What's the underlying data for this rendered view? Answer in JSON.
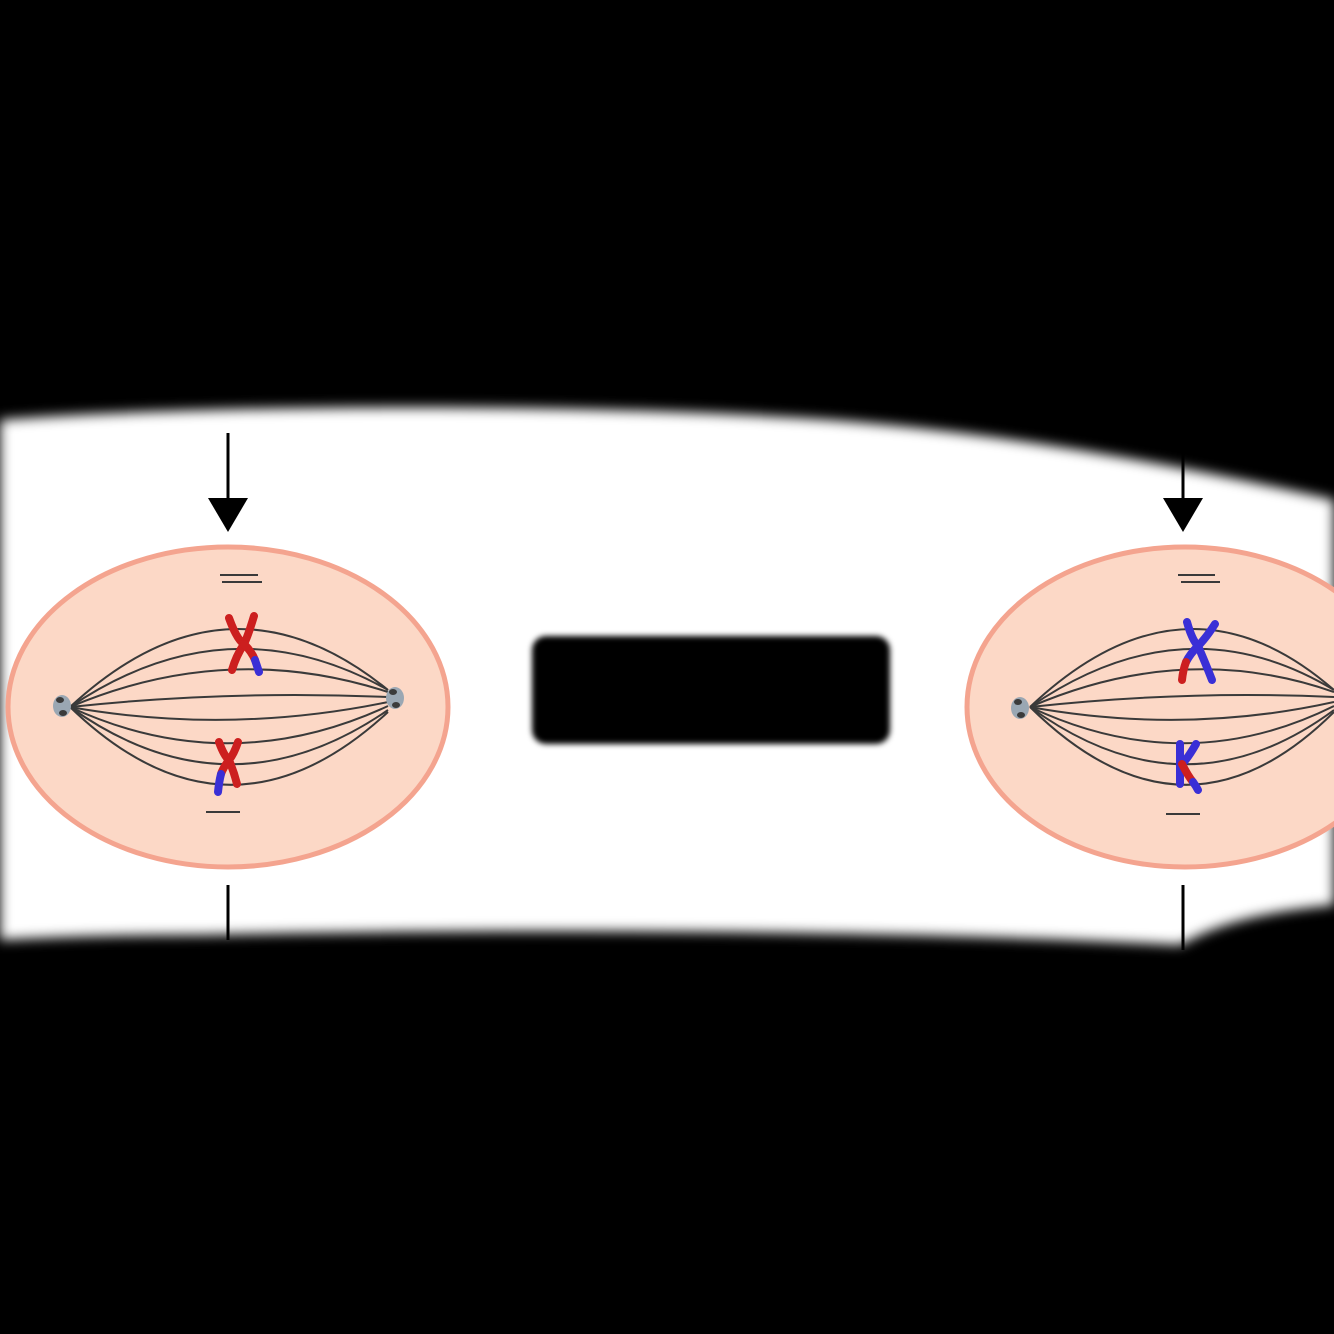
{
  "diagram": {
    "colors": {
      "background": "#000000",
      "band": "#ffffff",
      "cell_fill": "#fcd8c6",
      "cell_outline": "#f4a48f",
      "spindle": "#3a3a3a",
      "maternal_chromosome": "#cc1f1f",
      "paternal_chromosome": "#3a2fd6",
      "arrow": "#000000",
      "redaction": "#000000"
    },
    "cells": [
      {
        "id": "left",
        "dominant_color": "red",
        "accent_color": "blue",
        "pointer": "arrow-down",
        "chromosomes": [
          "large-x",
          "small-x"
        ]
      },
      {
        "id": "right",
        "dominant_color": "blue",
        "accent_color": "red",
        "pointer": "arrow-down",
        "chromosomes": [
          "large-x",
          "small-x"
        ]
      }
    ],
    "center_label": "",
    "top_labels": [
      "",
      "",
      ""
    ],
    "bottom_labels": [
      "",
      "",
      ""
    ]
  }
}
